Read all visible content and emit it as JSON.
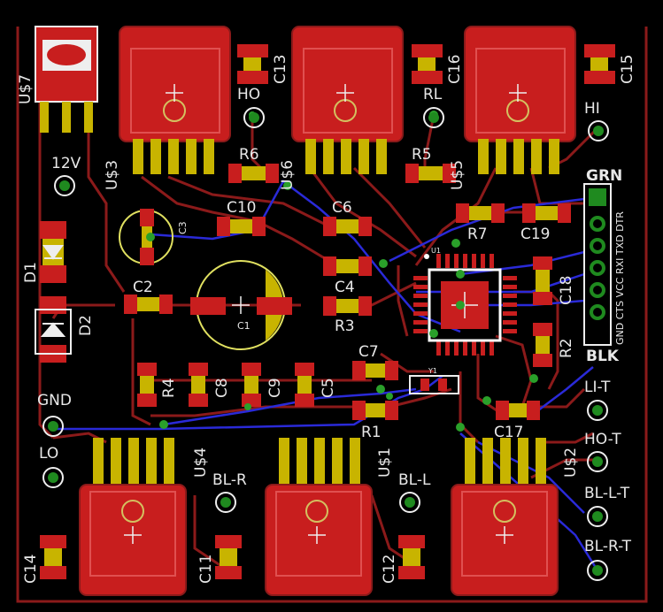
{
  "colors": {
    "background": "#000000",
    "copper_top": "#8b1a1a",
    "copper_bottom": "#1a1aa8",
    "pad": "#c81e1e",
    "silk": "#e8e8e8",
    "mask": "#c8b400",
    "via": "#2aa02a"
  },
  "labels": {
    "us7": "U$7",
    "us3": "U$3",
    "us6": "U$6",
    "us5": "U$5",
    "us4": "U$4",
    "us1": "U$1",
    "us2": "U$2",
    "c13": "C13",
    "c16": "C16",
    "c15": "C15",
    "ho": "HO",
    "rl": "RL",
    "hi": "HI",
    "r6": "R6",
    "r5": "R5",
    "v12": "12V",
    "c10": "C10",
    "c6": "C6",
    "c3": "C3",
    "r7": "R7",
    "c19": "C19",
    "d1": "D1",
    "c2": "C2",
    "c1": "C1",
    "c4": "C4",
    "u1": "U1",
    "c18": "C18",
    "d2": "D2",
    "r3": "R3",
    "r2": "R2",
    "c7": "C7",
    "r4": "R4",
    "c8": "C8",
    "c9": "C9",
    "c5": "C5",
    "y1": "Y1",
    "gnd": "GND",
    "r1": "R1",
    "c17": "C17",
    "lo": "LO",
    "bl_r": "BL-R",
    "bl_l": "BL-L",
    "c14": "C14",
    "c11": "C11",
    "c12": "C12",
    "li_t": "LI-T",
    "ho_t": "HO-T",
    "bl_l_t": "BL-L-T",
    "bl_r_t": "BL-R-T",
    "grn": "GRN",
    "blk": "BLK",
    "header_pins": "GND CTS VCC RXI TXD DTR"
  }
}
